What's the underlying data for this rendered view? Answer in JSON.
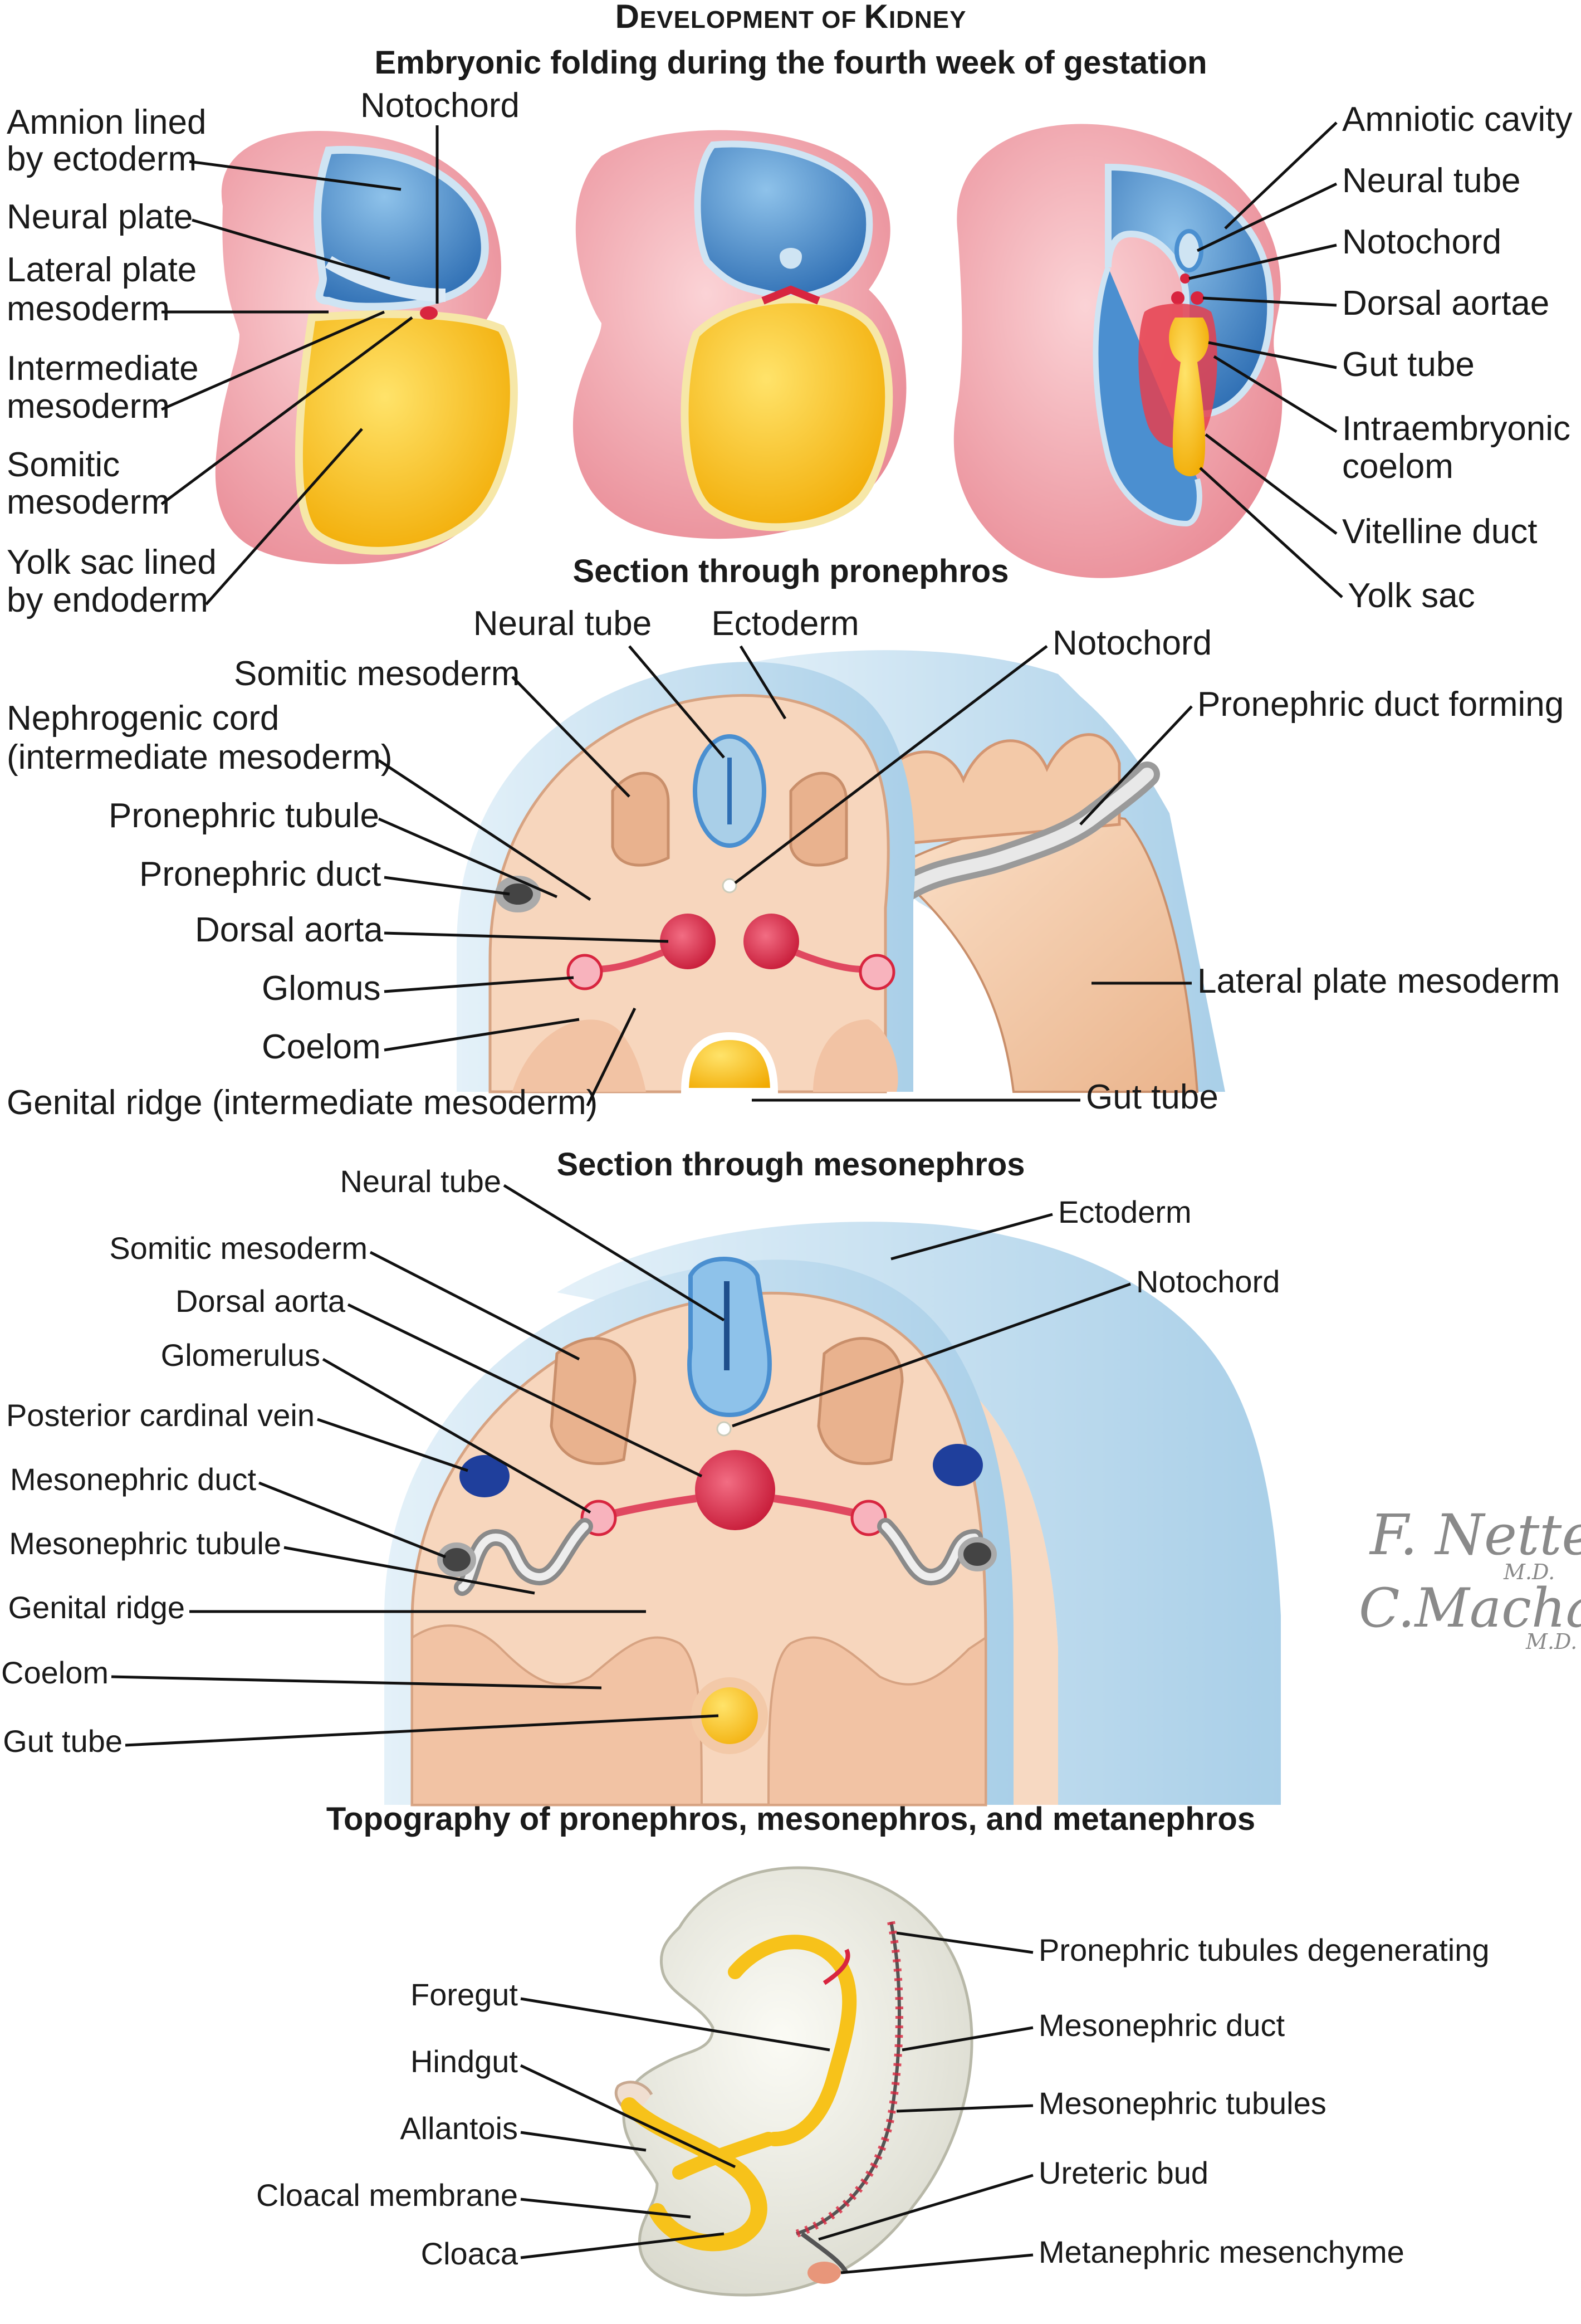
{
  "page": {
    "title": "Development of Kidney",
    "title_small_caps": {
      "D": "D",
      "rest1": "EVELOPMENT OF ",
      "K": "K",
      "rest2": "IDNEY"
    }
  },
  "folding": {
    "title": "Embryonic folding during the fourth week of gestation",
    "left_labels": {
      "amnion_1": "Amnion lined",
      "amnion_2": "by ectoderm",
      "notochord": "Notochord",
      "neural_plate": "Neural plate",
      "lateral_1": "Lateral plate",
      "lateral_2": "mesoderm",
      "intermediate_1": "Intermediate",
      "intermediate_2": "mesoderm",
      "somitic_1": "Somitic",
      "somitic_2": "mesoderm",
      "yolk_1": "Yolk sac lined",
      "yolk_2": "by endoderm"
    },
    "right_labels": {
      "amniotic_cavity": "Amniotic cavity",
      "neural_tube": "Neural tube",
      "notochord": "Notochord",
      "dorsal_aortae": "Dorsal aortae",
      "gut_tube": "Gut tube",
      "intraembryonic_1": "Intraembryonic",
      "intraembryonic_2": "coelom",
      "vitelline_duct": "Vitelline duct",
      "yolk_sac": "Yolk sac"
    }
  },
  "pronephros": {
    "title": "Section through pronephros",
    "labels": {
      "neural_tube": "Neural tube",
      "ectoderm": "Ectoderm",
      "notochord": "Notochord",
      "somitic_mesoderm": "Somitic mesoderm",
      "pronephric_duct_forming": "Pronephric duct forming",
      "nephrogenic_1": "Nephrogenic cord",
      "nephrogenic_2": "(intermediate mesoderm)",
      "pronephric_tubule": "Pronephric tubule",
      "pronephric_duct": "Pronephric duct",
      "dorsal_aorta": "Dorsal aorta",
      "glomus": "Glomus",
      "coelom": "Coelom",
      "lateral_plate_mesoderm": "Lateral plate mesoderm",
      "genital_ridge": "Genital ridge (intermediate mesoderm)",
      "gut_tube": "Gut tube"
    }
  },
  "mesonephros": {
    "title": "Section through mesonephros",
    "labels": {
      "neural_tube": "Neural tube",
      "ectoderm": "Ectoderm",
      "somitic_mesoderm": "Somitic mesoderm",
      "notochord": "Notochord",
      "dorsal_aorta": "Dorsal aorta",
      "glomerulus": "Glomerulus",
      "posterior_cardinal_vein": "Posterior cardinal vein",
      "mesonephric_duct": "Mesonephric duct",
      "mesonephric_tubule": "Mesonephric tubule",
      "genital_ridge": "Genital ridge",
      "coelom": "Coelom",
      "gut_tube": "Gut tube"
    }
  },
  "signature": {
    "line1": "F. Netter",
    "line1_md": "M.D.",
    "line2": "C.Machado",
    "line2_md": "M.D."
  },
  "topography": {
    "title": "Topography of pronephros, mesonephros, and metanephros",
    "left_labels": {
      "foregut": "Foregut",
      "hindgut": "Hindgut",
      "allantois": "Allantois",
      "cloacal_membrane": "Cloacal membrane",
      "cloaca": "Cloaca"
    },
    "right_labels": {
      "pronephric_tubules": "Pronephric tubules degenerating",
      "mesonephric_duct": "Mesonephric duct",
      "mesonephric_tubules": "Mesonephric tubules",
      "ureteric_bud": "Ureteric bud",
      "metanephric_mesenchyme": "Metanephric mesenchyme"
    }
  },
  "colors": {
    "ectoderm_blue": "#4a8fd0",
    "mesoderm_pink": "#f2a5ad",
    "mesoderm_tan": "#f3c9a8",
    "endoderm_yellow": "#f7c21a",
    "vessel_red": "#d8253f",
    "vein_blue": "#1f3f9c",
    "ectoderm_light": "#cfe4f3"
  }
}
